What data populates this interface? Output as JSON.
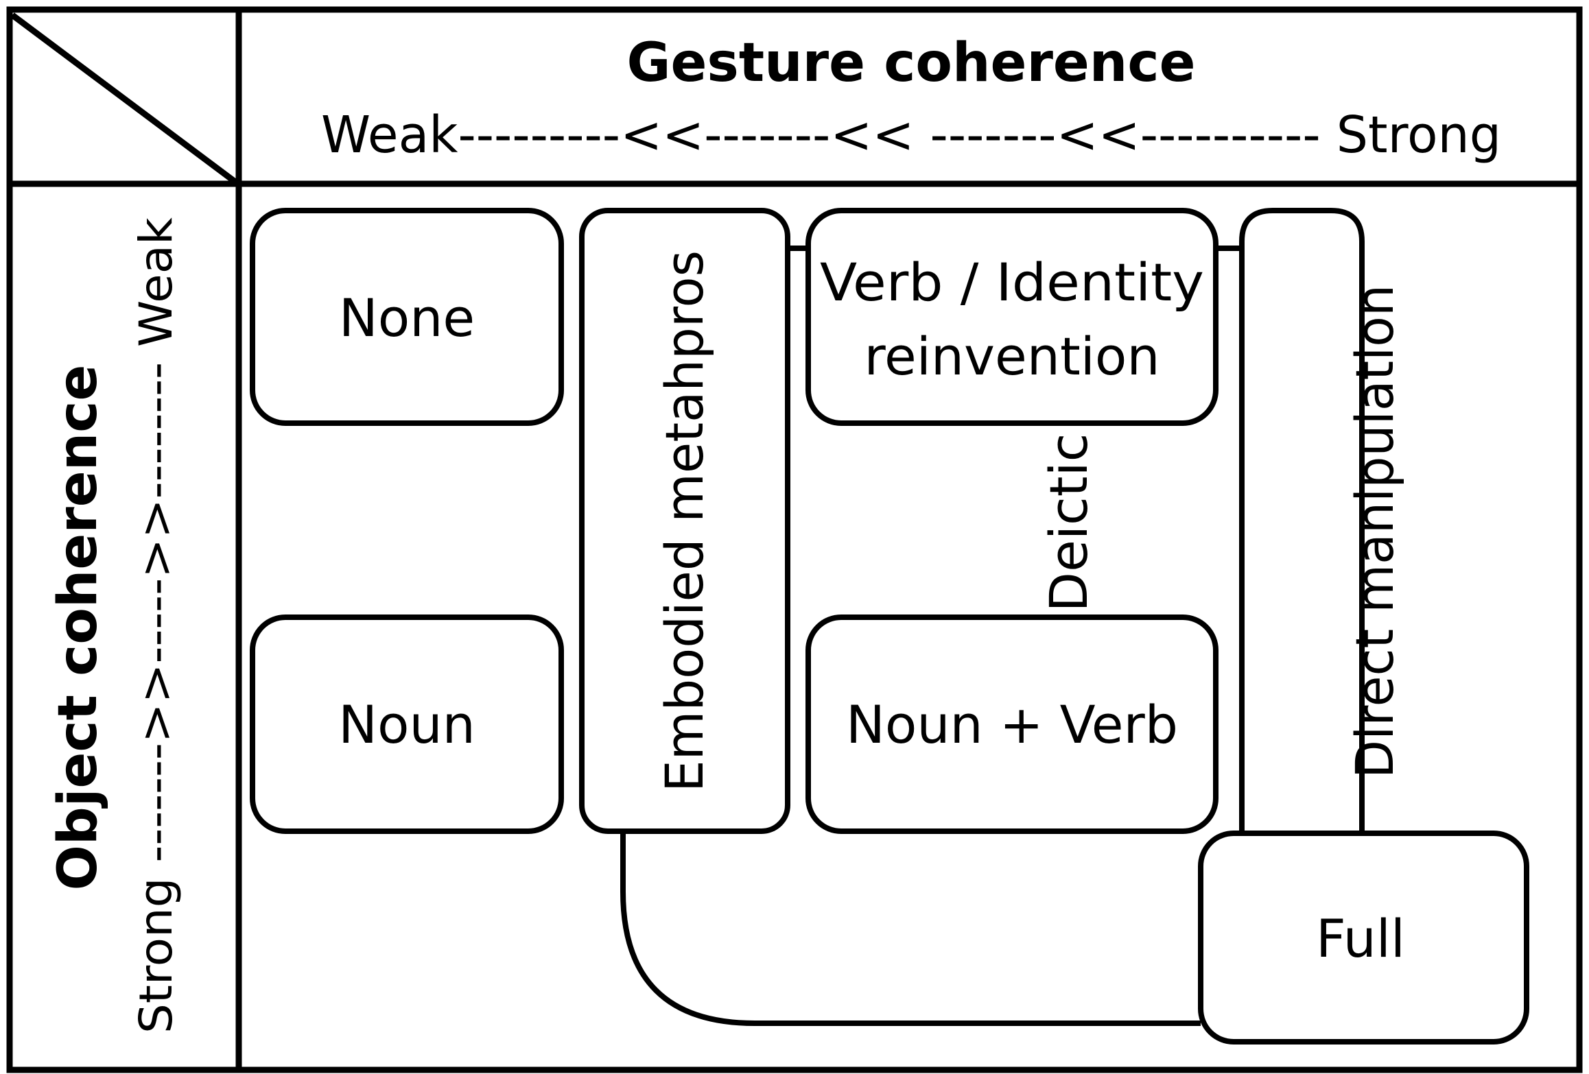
{
  "header": {
    "corner_cell": "",
    "gesture_axis_title": "Gesture coherence",
    "gesture_axis_scale": "Weak---------<<-------<< -------<<---------- Strong",
    "object_axis_title": "Object coherence",
    "object_axis_scale": "Strong ------->>----->>-------- Weak"
  },
  "categories": {
    "none": "None",
    "noun": "Noun",
    "embodied": "Embodied metahpros",
    "verb_line1": "Verb / Identity",
    "verb_line2": "reinvention",
    "noun_verb": "Noun + Verb",
    "deictic": "Deictic",
    "direct": "Direct manipulation",
    "full": "Full"
  },
  "colors": {
    "stroke": "#000000",
    "background": "#ffffff"
  }
}
